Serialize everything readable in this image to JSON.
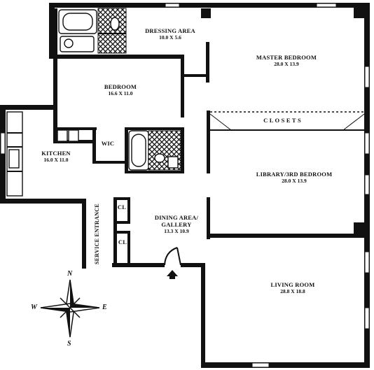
{
  "rooms": {
    "dressing": {
      "name": "DRESSING AREA",
      "dim": "10.0 X 5.6"
    },
    "master": {
      "name": "MASTER BEDROOM",
      "dim": "28.0 X 13.9"
    },
    "bedroom": {
      "name": "BEDROOM",
      "dim": "16.6 X 11.0"
    },
    "closets": {
      "name": "C L O S E T S"
    },
    "wic": {
      "name": "WIC"
    },
    "kitchen": {
      "name": "KITCHEN",
      "dim": "16.0 X 11.0"
    },
    "library": {
      "name": "LIBRARY/3RD BEDROOM",
      "dim": "28.0 X 13.9"
    },
    "dining": {
      "name": "DINING AREA/",
      "name2": "GALLERY",
      "dim": "13.3 X 10.9"
    },
    "living": {
      "name": "LIVING ROOM",
      "dim": "28.8 X 18.8"
    },
    "service": {
      "name": "SERVICE ENTRANCE"
    },
    "cl1": {
      "name": "CL"
    },
    "cl2": {
      "name": "CL"
    }
  },
  "compass": {
    "n": "N",
    "s": "S",
    "e": "E",
    "w": "W"
  }
}
